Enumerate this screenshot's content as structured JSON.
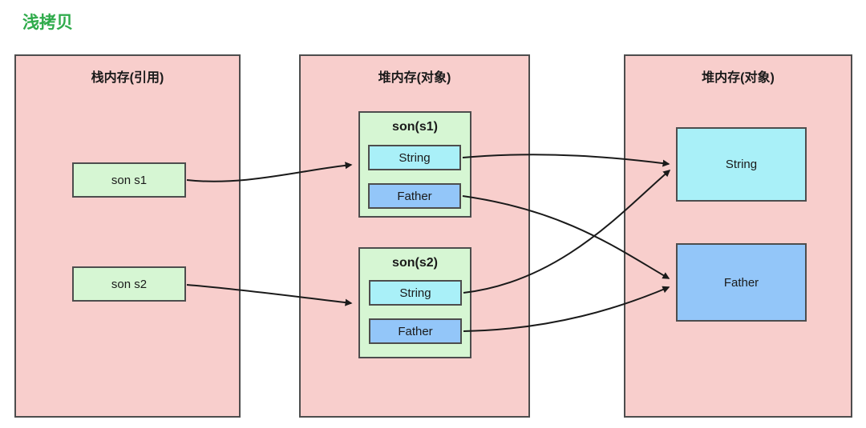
{
  "title": "浅拷贝",
  "colors": {
    "title": "#2fab4b",
    "panel_bg": "#f8cecc",
    "border": "#4d4d4d",
    "green_bg": "#d6f6d3",
    "cyan_bg": "#a9f0f8",
    "blue_bg": "#93c6f9",
    "arrow": "#1a1a1a"
  },
  "panels": {
    "stack": {
      "title": "栈内存(引用)",
      "refs": [
        {
          "label": "son s1"
        },
        {
          "label": "son s2"
        }
      ]
    },
    "heap_mid": {
      "title": "堆内存(对象)",
      "objects": [
        {
          "label": "son(s1)",
          "fields": [
            {
              "label": "String"
            },
            {
              "label": "Father"
            }
          ]
        },
        {
          "label": "son(s2)",
          "fields": [
            {
              "label": "String"
            },
            {
              "label": "Father"
            }
          ]
        }
      ]
    },
    "heap_right": {
      "title": "堆内存(对象)",
      "objects": [
        {
          "label": "String"
        },
        {
          "label": "Father"
        }
      ]
    }
  },
  "edges": [
    {
      "from": "son s1",
      "to": "son(s1)"
    },
    {
      "from": "son s2",
      "to": "son(s2)"
    },
    {
      "from": "son(s1).String",
      "to": "String"
    },
    {
      "from": "son(s1).Father",
      "to": "Father"
    },
    {
      "from": "son(s2).String",
      "to": "String"
    },
    {
      "from": "son(s2).Father",
      "to": "Father"
    }
  ]
}
